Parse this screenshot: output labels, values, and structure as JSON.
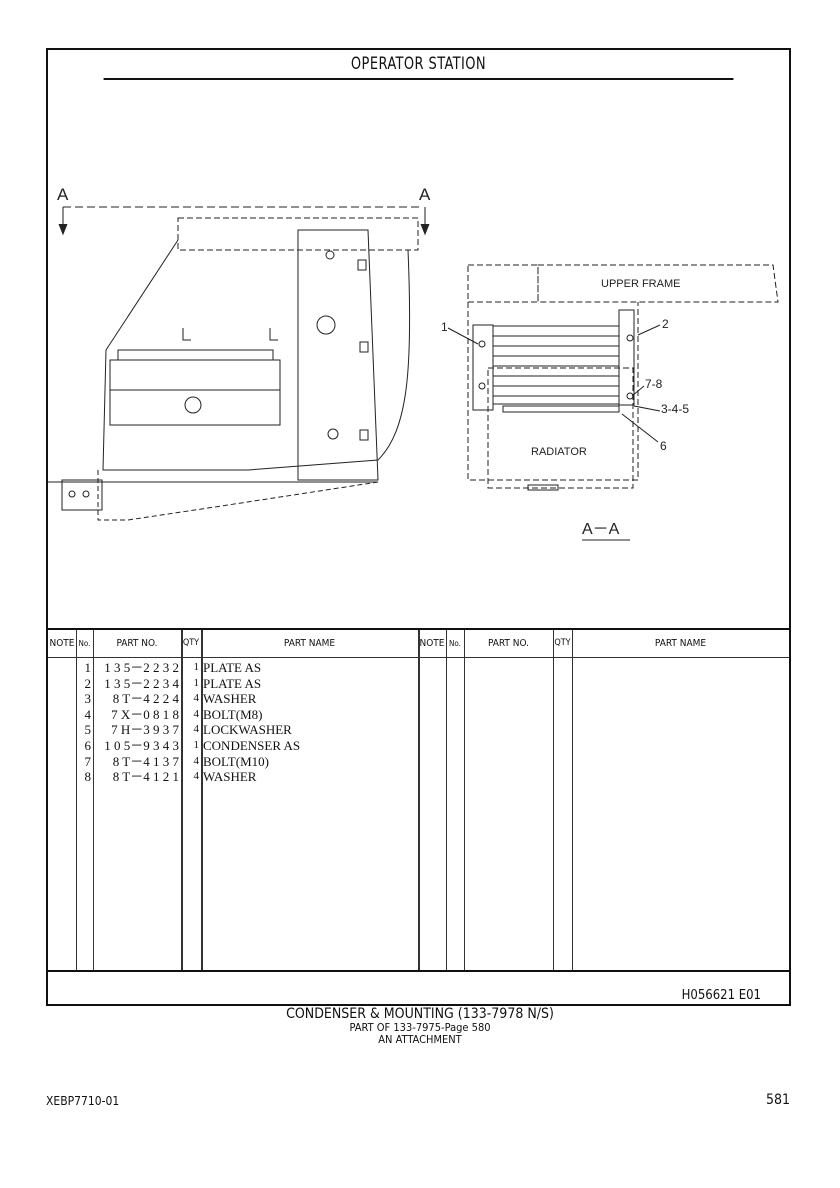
{
  "title": "OPERATOR STATION",
  "drawing": {
    "section_marker_left": "A",
    "section_marker_right": "A",
    "upper_frame_label": "UPPER FRAME",
    "radiator_label": "RADIATOR",
    "section_view_label": "A－A",
    "callouts": [
      "1",
      "2",
      "7-8",
      "3-4-5",
      "6"
    ]
  },
  "table": {
    "headers": {
      "note": "NOTE",
      "no": "No.",
      "part_no": "PART NO.",
      "qty": "QTY",
      "part_name": "PART NAME"
    },
    "rows": [
      {
        "no": "1",
        "part_no": "1 3 5－2 2 3 2",
        "qty": "1",
        "part_name": "PLATE AS"
      },
      {
        "no": "2",
        "part_no": "1 3 5－2 2 3 4",
        "qty": "1",
        "part_name": "PLATE AS"
      },
      {
        "no": "3",
        "part_no": "8 T－4 2 2 4",
        "qty": "4",
        "part_name": "WASHER"
      },
      {
        "no": "4",
        "part_no": "7 X－0 8 1 8",
        "qty": "4",
        "part_name": "BOLT(M8)"
      },
      {
        "no": "5",
        "part_no": "7 H－3 9 3 7",
        "qty": "4",
        "part_name": "LOCKWASHER"
      },
      {
        "no": "6",
        "part_no": "1 0 5－9 3 4 3",
        "qty": "1",
        "part_name": "CONDENSER AS"
      },
      {
        "no": "7",
        "part_no": "8 T－4 1 3 7",
        "qty": "4",
        "part_name": "BOLT(M10)"
      },
      {
        "no": "8",
        "part_no": "8 T－4 1 2 1",
        "qty": "4",
        "part_name": "WASHER"
      }
    ]
  },
  "illustration_code": "H056621  E01",
  "caption": {
    "line1": "CONDENSER & MOUNTING (133-7978 N/S)",
    "line2": "PART OF 133-7975-Page 580",
    "line3": "AN ATTACHMENT"
  },
  "doc_id": "XEBP7710-01",
  "page_number": "581"
}
